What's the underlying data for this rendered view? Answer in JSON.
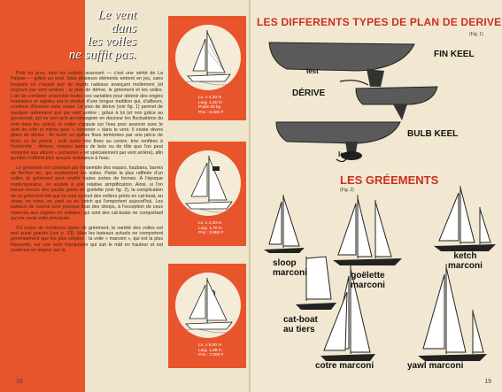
{
  "left_page": {
    "headline": [
      "Le vent",
      "dans",
      "les voiles",
      "ne suffit pas."
    ],
    "body_paragraphs": [
      "Petit ou gros, tous les voiliers avancent — c'est une vérité de La Palisse — grâce au vent. Mais plusieurs éléments entrent en jeu, sans lesquels on n'aurait que de lourds radeaux avançant mollement (et toujours par vent arrière) : le plan de dérive, le gréement et les voiles. L'art de combiner ensemble toutes ces variables pour obtenir des engins maniables et rapides est le produit d'une longue tradition qui, d'ailleurs, continue d'évoluer sans cesse. Le plan de dérive (voir fig. 1) permet de naviguer autrement que par vent arrière ; grâce à lui (et non grâce au gouvernail, qui ne sert qu'à accompagner en douceur les fluctuations du vent dans les voiles), le voilier s'appuie sur l'eau pour avancer avec le vent de côté et même pour « remonter » dans le vent. Il existe divers plans de dérive : fin keels ou quilles fixes terminées par une pièce de fonte ou de plomb ; bulb keels très fines au centre, très renflées à l'extrémité ; dérives, simples lames de bois ou de tôle que l'on peut remonter aux allures « portantes » (et spécialement par vent arrière), afin qu'elles n'offrent plus aucune résistance à l'eau.",
      "Le gréement est constitué par l'ensemble des espars, haubans, barres de flèches etc. qui soutiennent les voiles. Partie la plus raffinée d'un voilier, le gréement peut revêtir toutes sortes de formes. À l'époque contemporaine, on assiste à une relative simplification. Ainsi, si l'on trouve encore des yachts gréés en goëlette (voir fig. 2), la complication de ce gréement fait que ce sont surtout des voiliers gréés en cat-boat, en sloop, en cotre, en yawl ou en ketch qui l'emportent aujourd'hui. Les bateaux de course sont presque tous des sloops, à l'exception de ceux réservés aux régates en solitaire, qui sont des cat-boats ne comportant qu'une seule voile principale.",
      "S'il existe de nombreux types de gréement, la variété des voiles est tout aussi grande (voir p. 23). Mais les bateaux actuels ne comportent généralement que les plus simples : la voile « marconi », qui est la plus fréquente, est une voile triangulaire qui suit le mât en hauteur et est soutenue en largeur par la"
    ],
    "boats": [
      {
        "specs": [
          "Lo. x 4,20 m",
          "Larg. 1,60 m",
          "Poids 83 kg",
          "Prix : 6.000 F"
        ]
      },
      {
        "specs": [
          "Lo. x 4,20 m",
          "Larg. 1,70 m",
          "Prix : 3.950 F"
        ]
      },
      {
        "specs": [
          "Lo. x 5,00 m",
          "Larg. 1,98 m",
          "Prix : 7.000 F"
        ]
      }
    ],
    "page_number": "18"
  },
  "right_page": {
    "title": "LES DIFFERENTS TYPES DE PLAN DE DERIVE",
    "fig1": "(Fig. 1)",
    "keel_labels": {
      "fin_keel": "FIN KEEL",
      "lest_top": "lest",
      "derive": "DÉRIVE",
      "bulb_keel": "BULB KEEL",
      "lest_bottom": "lest"
    },
    "grements_title": "LES GRÉEMENTS",
    "fig2": "(Fig. 2)",
    "rigs": {
      "sloop": [
        "sloop",
        "marconi"
      ],
      "goelette": [
        "goëlette",
        "marconi"
      ],
      "ketch": [
        "ketch",
        "marconi"
      ],
      "catboat": [
        "cat-boat",
        "au tiers"
      ],
      "cotre": "cotre marconi",
      "yawl": "yawl marconi"
    },
    "page_number": "19"
  },
  "colors": {
    "orange": "#e8542b",
    "red_title": "#c9301f",
    "paper": "#efe4cc"
  }
}
